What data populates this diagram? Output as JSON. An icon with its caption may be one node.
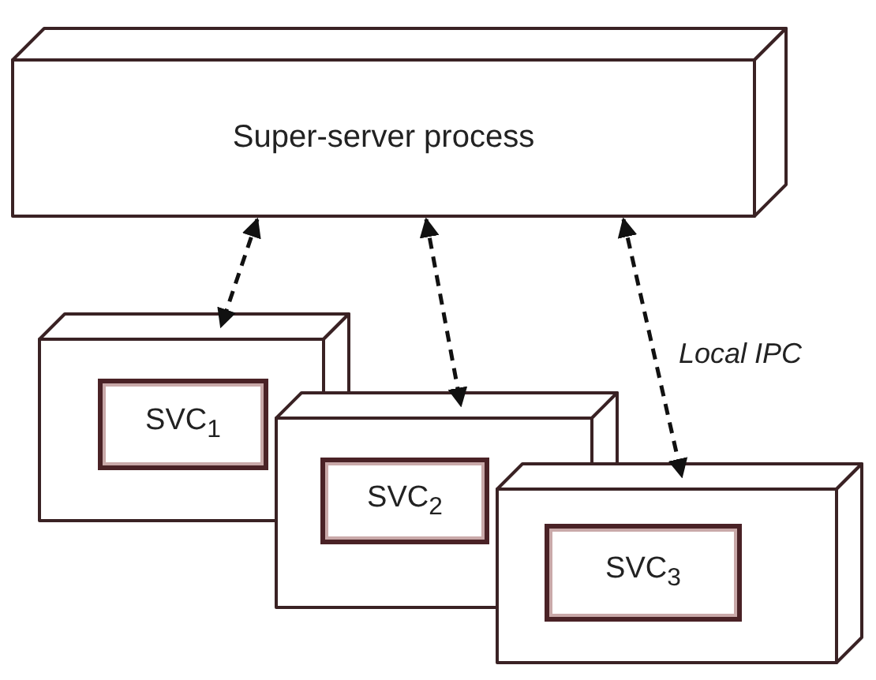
{
  "diagram": {
    "nodes": [
      {
        "text": [
          "Super-server process"
        ]
      },
      {
        "text": [],
        "shape": "box"
      },
      {
        "text": [
          "SVC$_{1}$"
        ],
        "in": 1
      },
      {
        "text": [],
        "shape": "box"
      },
      {
        "text": [
          "SVC$_{2}$"
        ],
        "in": 3
      },
      {
        "text": [],
        "shape": "box"
      },
      {
        "text": [
          "SVC$_{3}$"
        ],
        "in": 5
      }
    ],
    "edges": [
      {
        "from": 0,
        "to": 1,
        "arrow": "both",
        "style": "dashed"
      },
      {
        "from": 0,
        "to": 3,
        "arrow": "both",
        "style": "dashed"
      },
      {
        "from": 0,
        "to": 5,
        "arrow": "both",
        "style": "dashed",
        "label": "Local IPC"
      }
    ]
  }
}
